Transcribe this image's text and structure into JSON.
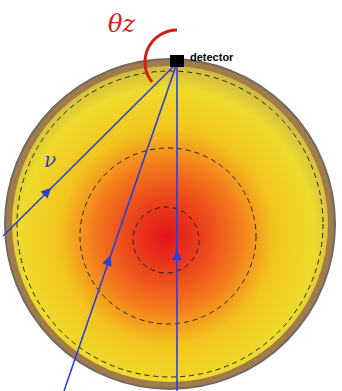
{
  "diagram": {
    "labels": [
      "θz",
      "detector",
      "ν"
    ]
  }
}
